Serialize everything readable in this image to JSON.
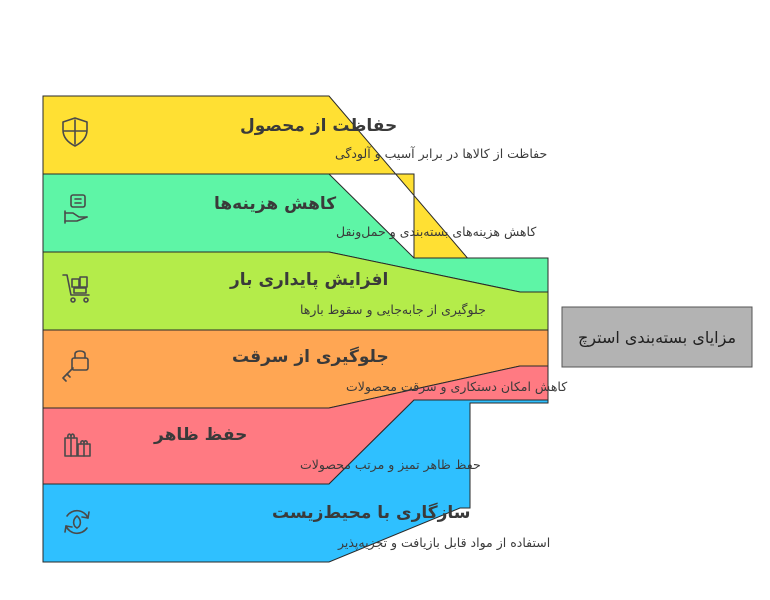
{
  "target": {
    "label": "مزایای بسته‌بندی استرچ",
    "color": "#b3b3b3"
  },
  "items": [
    {
      "title": "حفاظت از محصول",
      "desc": "حفاظت از کالاها در برابر آسیب و آلودگی",
      "color": "#ffe033",
      "icon": "shield-icon"
    },
    {
      "title": "کاهش هزینه‌ها",
      "desc": "کاهش هزینه‌های بسته‌بندی و حمل‌ونقل",
      "color": "#5ef5a6",
      "icon": "cost-reduction-icon"
    },
    {
      "title": "افزایش پایداری بار",
      "desc": "جلوگیری از جابه‌جایی و سقوط بارها",
      "color": "#b4ec4a",
      "icon": "cart-load-icon"
    },
    {
      "title": "جلوگیری از سرقت",
      "desc": "کاهش امکان دستکاری و سرقت محصولات",
      "color": "#ffa653",
      "icon": "lock-key-icon"
    },
    {
      "title": "حفظ ظاهر",
      "desc": "حفظ ظاهر تمیز و مرتب محصولات",
      "color": "#ff7a82",
      "icon": "gift-boxes-icon"
    },
    {
      "title": "سازگاری با محیط‌زیست",
      "desc": "استفاده از مواد قابل بازیافت و تجزیه‌پذیر",
      "color": "#2fc0ff",
      "icon": "recycle-leaf-icon"
    }
  ]
}
